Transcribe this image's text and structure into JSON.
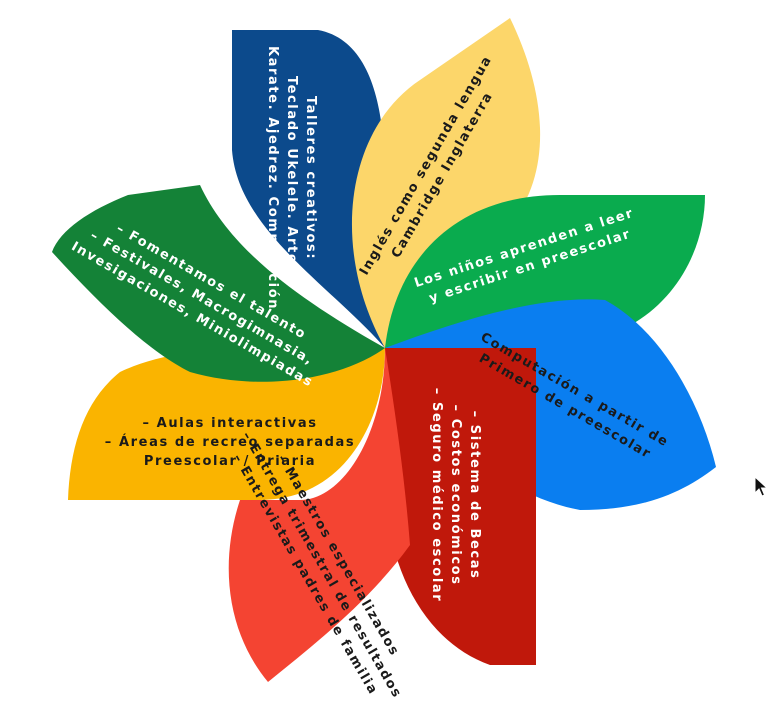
{
  "petals": [
    {
      "id": "talleres",
      "color": "#0c4a8c",
      "text_color": "#ffffff",
      "lines": [
        "Talleres creativos:",
        "Teclado Ukelele. Artes.",
        "Karate. Ajedrez. Computación"
      ]
    },
    {
      "id": "ingles",
      "color": "#fcd66a",
      "text_color": "#1a1a1a",
      "lines": [
        "Inglés como segunda lengua",
        "Cambridge Inglaterra"
      ]
    },
    {
      "id": "lectura",
      "color": "#0aab4e",
      "text_color": "#ffffff",
      "lines": [
        "Los niños aprenden a leer",
        "y escribir en preescolar"
      ]
    },
    {
      "id": "computacion",
      "color": "#0a7ef0",
      "text_color": "#1a1a1a",
      "lines": [
        "Computación a partir de",
        "Primero de preescolar"
      ]
    },
    {
      "id": "becas",
      "color": "#c0180b",
      "text_color": "#ffffff",
      "lines": [
        "– Sistema de Becas",
        "– Costos económicos",
        "– Seguro médico escolar"
      ]
    },
    {
      "id": "maestros",
      "color": "#f44432",
      "text_color": "#1a1a1a",
      "lines": [
        "– Maestros especializados",
        "– Entrega trimestral de resultados",
        "– Entrevistas padres de familia"
      ]
    },
    {
      "id": "aulas",
      "color": "#fab400",
      "text_color": "#1a1a1a",
      "lines": [
        "– Aulas interactivas",
        "– Áreas de recreo separadas",
        "Preescolar / Priaria"
      ]
    },
    {
      "id": "talento",
      "color": "#148237",
      "text_color": "#ffffff",
      "lines": [
        "– Fomentamos el talento",
        "– Festivales, Macrogimnasia,",
        "Invesigaciones, Miniolimpiadas"
      ]
    }
  ]
}
